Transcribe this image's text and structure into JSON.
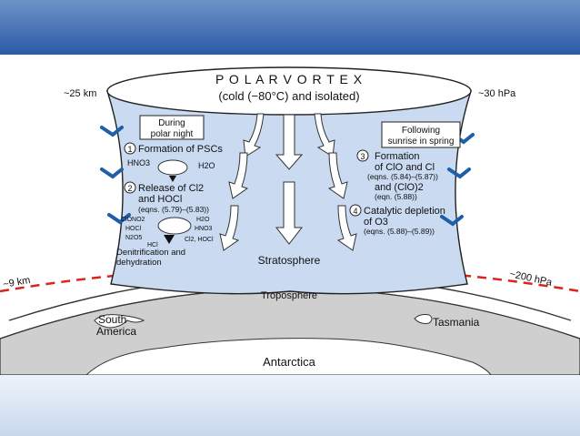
{
  "vortex": {
    "title": "P O L A R  V O R T E X",
    "subtitle": "(cold (−80°C) and isolated)"
  },
  "labels": {
    "left_top_alt": "~25 km",
    "right_top_pressure": "~30 hPa",
    "left_bottom_alt": "~9 km",
    "right_bottom_pressure": "~200 hPa",
    "stratosphere": "Stratosphere",
    "troposphere": "Troposphere"
  },
  "left_panel": {
    "box_line1": "During",
    "box_line2": "polar night",
    "step1": "Formation of PSCs",
    "hno3": "HNO3",
    "h2o": "H2O",
    "step2_line1": "Release of Cl2",
    "step2_line2": "and HOCl",
    "step2_eqns": "(eqns. (5.79)–(5.83))",
    "clono2": "ClONO2",
    "h2o_b": "H2O",
    "hocl_left": "HOCl",
    "hno3_b": "HNO3",
    "n2o5": "N2O5",
    "cl2_hocl": "Cl2, HOCl",
    "hcl": "HCl",
    "denit_line1": "Denitrification and",
    "denit_line2": "dehydration",
    "step1_num": "1",
    "step2_num": "2"
  },
  "right_panel": {
    "box_line1": "Following",
    "box_line2": "sunrise in spring",
    "step3_num": "3",
    "step3_line1": "Formation",
    "step3_line2": "of ClO and Cl",
    "step3_eqns": "(eqns. (5.84)–(5.87))",
    "step3_line3": "and (ClO)2",
    "step3_eqns2": "(eqn. (5.88))",
    "step4_num": "4",
    "step4_line1": "Catalytic depletion",
    "step4_line2": "of O3",
    "step4_eqns": "(eqns. (5.88)–(5.89))"
  },
  "map": {
    "south_america": "South\nAmerica",
    "sa_line1": "South",
    "sa_line2": "America",
    "tasmania": "Tasmania",
    "antarctica": "Antarctica"
  },
  "colors": {
    "vortex_fill": "#c9daf1",
    "arrow_blue": "#1f5ea8",
    "dashed_red": "#d9261c",
    "land_gray": "#c8c8c8",
    "top_band": "#2a5aa6"
  }
}
